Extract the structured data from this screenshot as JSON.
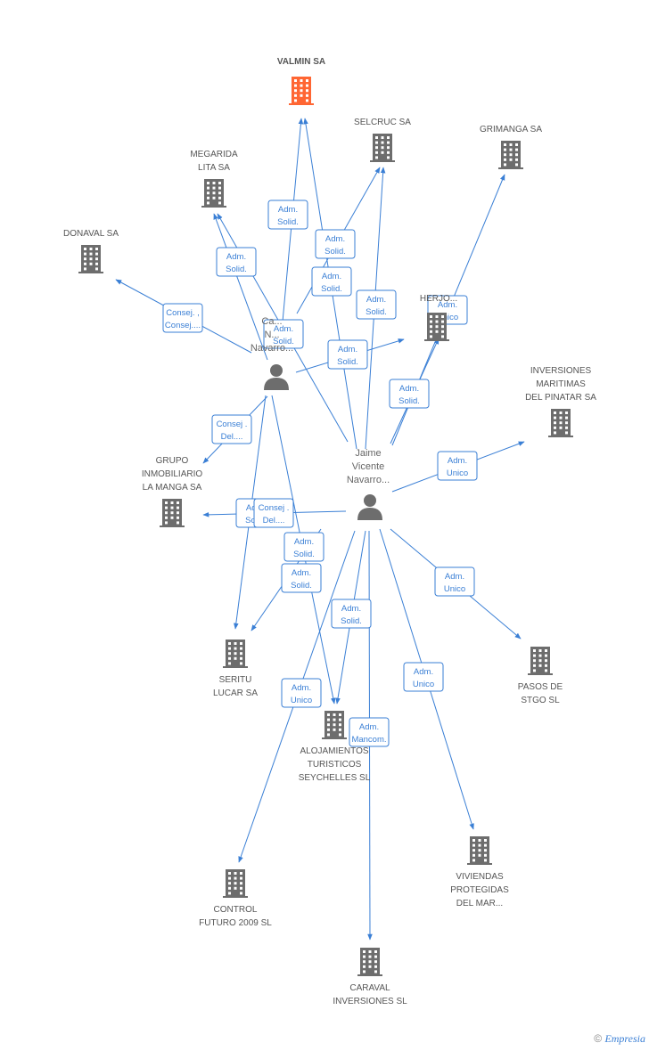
{
  "companies": [
    {
      "id": "valmin",
      "lines": [
        "VALMIN SA"
      ],
      "main": true
    },
    {
      "id": "selcruc",
      "lines": [
        "SELCRUC SA"
      ]
    },
    {
      "id": "grimanga",
      "lines": [
        "GRIMANGA SA"
      ]
    },
    {
      "id": "megarida",
      "lines": [
        "MEGARIDA",
        "LITA SA"
      ]
    },
    {
      "id": "donaval",
      "lines": [
        "DONAVAL SA"
      ]
    },
    {
      "id": "herjo",
      "lines": [
        "HERJO..."
      ]
    },
    {
      "id": "inversiones",
      "lines": [
        "INVERSIONES",
        "MARITIMAS",
        "DEL PINATAR SA"
      ]
    },
    {
      "id": "grupo",
      "lines": [
        "GRUPO",
        "INMOBILIARIO",
        "LA MANGA SA"
      ]
    },
    {
      "id": "seritu",
      "lines": [
        "SERITU",
        "LUCAR SA"
      ]
    },
    {
      "id": "pasos",
      "lines": [
        "PASOS DE",
        "STGO SL"
      ]
    },
    {
      "id": "alojamientos",
      "lines": [
        "ALOJAMIENTOS",
        "TURISTICOS",
        "SEYCHELLES SL"
      ]
    },
    {
      "id": "control",
      "lines": [
        "CONTROL",
        "FUTURO 2009 SL"
      ]
    },
    {
      "id": "viviendas",
      "lines": [
        "VIVIENDAS",
        "PROTEGIDAS",
        "DEL MAR..."
      ]
    },
    {
      "id": "caraval",
      "lines": [
        "CARAVAL",
        "INVERSIONES SL"
      ]
    }
  ],
  "persons": [
    {
      "id": "p1",
      "lines": [
        "Ca...",
        "N...",
        "Navarro..."
      ]
    },
    {
      "id": "p2",
      "lines": [
        "Jaime",
        "Vicente",
        "Navarro..."
      ]
    }
  ],
  "edges": [
    {
      "from": "p1",
      "to": "valmin",
      "label": [
        "Adm.",
        "Solid."
      ]
    },
    {
      "from": "p1",
      "to": "megarida",
      "label": [
        "Adm.",
        "Solid."
      ]
    },
    {
      "from": "p1",
      "to": "donaval",
      "label": [
        "Consej. ,",
        "Consej...."
      ]
    },
    {
      "from": "p1",
      "to": "selcruc",
      "label": [
        "Adm.",
        "Solid."
      ]
    },
    {
      "from": "p1",
      "to": "herjo",
      "label": [
        "Adm.",
        "Solid."
      ]
    },
    {
      "from": "p1",
      "to": "grupo",
      "label": [
        "Consej .",
        "Del...."
      ]
    },
    {
      "from": "p1",
      "to": "seritu",
      "label": [
        "Adm.",
        "Solid."
      ]
    },
    {
      "from": "p1",
      "to": "alojamientos",
      "label": [
        "Adm.",
        "Solid."
      ]
    },
    {
      "from": "p2",
      "to": "valmin",
      "label": [
        "Adm.",
        "Solid."
      ]
    },
    {
      "from": "p2",
      "to": "megarida",
      "label": [
        "Adm.",
        "Solid."
      ]
    },
    {
      "from": "p2",
      "to": "selcruc",
      "label": [
        "Adm.",
        "Solid."
      ]
    },
    {
      "from": "p2",
      "to": "grimanga",
      "label": [
        "Adm.",
        "Unico"
      ]
    },
    {
      "from": "p2",
      "to": "herjo",
      "label": [
        "Adm.",
        "Solid."
      ]
    },
    {
      "from": "p2",
      "to": "inversiones",
      "label": [
        "Adm.",
        "Unico"
      ]
    },
    {
      "from": "p2",
      "to": "grupo",
      "label": [
        "Consej .",
        "Del...."
      ]
    },
    {
      "from": "p2",
      "to": "seritu",
      "label": [
        "Adm.",
        "Solid."
      ]
    },
    {
      "from": "p2",
      "to": "pasos",
      "label": [
        "Adm.",
        "Unico"
      ]
    },
    {
      "from": "p2",
      "to": "alojamientos",
      "label": [
        "Adm.",
        "Solid."
      ]
    },
    {
      "from": "p2",
      "to": "control",
      "label": [
        "Adm.",
        "Unico"
      ]
    },
    {
      "from": "p2",
      "to": "viviendas",
      "label": [
        "Adm.",
        "Unico"
      ]
    },
    {
      "from": "p2",
      "to": "caraval",
      "label": [
        "Adm.",
        "Mancom."
      ]
    }
  ],
  "footer": {
    "copyright": "©",
    "brand": "Empresia"
  },
  "colors": {
    "edge": "#3a7fd5",
    "building": "#6d6d6d",
    "main_building": "#ff6633"
  }
}
